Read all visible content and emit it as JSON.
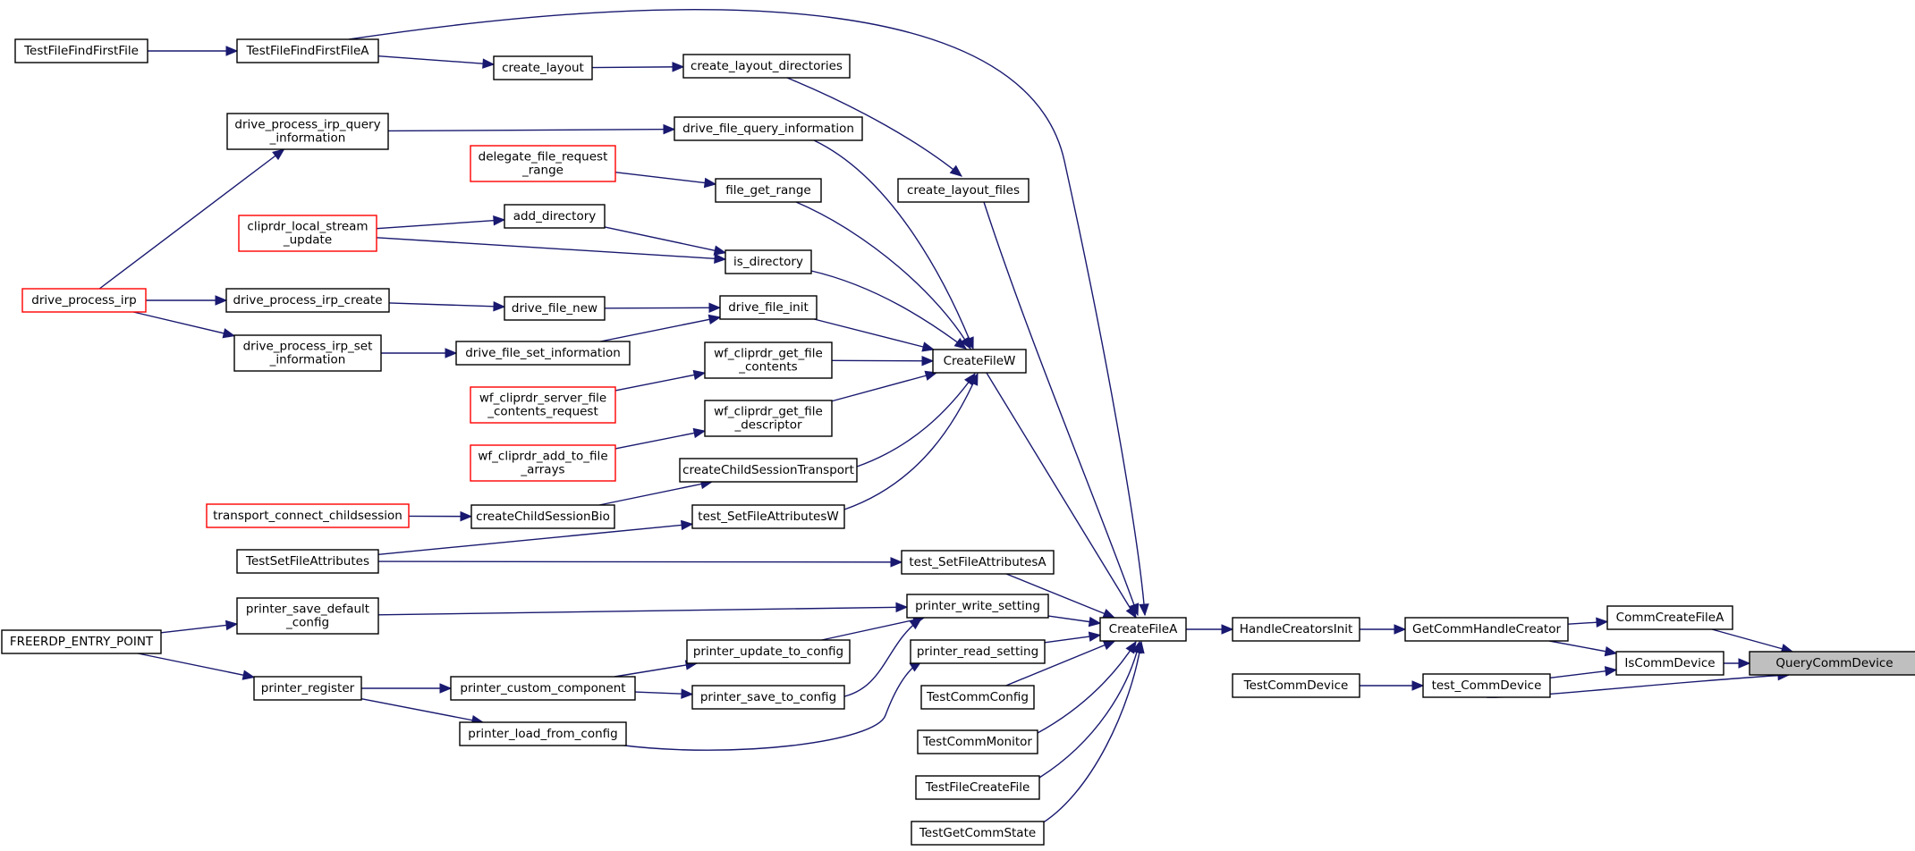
{
  "graph": {
    "type": "caller-graph",
    "colors": {
      "edge": "#191970",
      "node_border": "#000000",
      "truncated_node_border": "#ff0000",
      "target_fill": "#bfbfbf"
    },
    "nodes": [
      {
        "id": "QueryCommDevice",
        "lines": [
          "QueryCommDevice"
        ],
        "target": true
      },
      {
        "id": "CommCreateFileA",
        "lines": [
          "CommCreateFileA"
        ]
      },
      {
        "id": "IsCommDevice",
        "lines": [
          "IsCommDevice"
        ]
      },
      {
        "id": "GetCommHandleCreator",
        "lines": [
          "GetCommHandleCreator"
        ]
      },
      {
        "id": "test_CommDevice",
        "lines": [
          "test_CommDevice"
        ]
      },
      {
        "id": "TestCommDevice",
        "lines": [
          "TestCommDevice"
        ]
      },
      {
        "id": "HandleCreatorsInit",
        "lines": [
          "HandleCreatorsInit"
        ]
      },
      {
        "id": "CreateFileA",
        "lines": [
          "CreateFileA"
        ]
      },
      {
        "id": "CreateFileW",
        "lines": [
          "CreateFileW"
        ]
      },
      {
        "id": "TestFileFindFirstFileA",
        "lines": [
          "TestFileFindFirstFileA"
        ]
      },
      {
        "id": "TestFileFindFirstFile",
        "lines": [
          "TestFileFindFirstFile"
        ]
      },
      {
        "id": "create_layout",
        "lines": [
          "create_layout"
        ]
      },
      {
        "id": "create_layout_directories",
        "lines": [
          "create_layout_directories"
        ]
      },
      {
        "id": "create_layout_files",
        "lines": [
          "create_layout_files"
        ]
      },
      {
        "id": "drive_process_irp_query_information",
        "lines": [
          "drive_process_irp_query",
          "_information"
        ]
      },
      {
        "id": "drive_file_query_information",
        "lines": [
          "drive_file_query_information"
        ]
      },
      {
        "id": "delegate_file_request_range",
        "lines": [
          "delegate_file_request",
          "_range"
        ],
        "truncated": true
      },
      {
        "id": "file_get_range",
        "lines": [
          "file_get_range"
        ]
      },
      {
        "id": "cliprdr_local_stream_update",
        "lines": [
          "cliprdr_local_stream",
          "_update"
        ],
        "truncated": true
      },
      {
        "id": "add_directory",
        "lines": [
          "add_directory"
        ]
      },
      {
        "id": "is_directory",
        "lines": [
          "is_directory"
        ]
      },
      {
        "id": "drive_process_irp",
        "lines": [
          "drive_process_irp"
        ],
        "truncated": true
      },
      {
        "id": "drive_process_irp_create",
        "lines": [
          "drive_process_irp_create"
        ]
      },
      {
        "id": "drive_file_new",
        "lines": [
          "drive_file_new"
        ]
      },
      {
        "id": "drive_file_init",
        "lines": [
          "drive_file_init"
        ]
      },
      {
        "id": "drive_process_irp_set_information",
        "lines": [
          "drive_process_irp_set",
          "_information"
        ]
      },
      {
        "id": "drive_file_set_information",
        "lines": [
          "drive_file_set_information"
        ]
      },
      {
        "id": "wf_cliprdr_get_file_contents",
        "lines": [
          "wf_cliprdr_get_file",
          "_contents"
        ]
      },
      {
        "id": "wf_cliprdr_server_file_contents_request",
        "lines": [
          "wf_cliprdr_server_file",
          "_contents_request"
        ],
        "truncated": true
      },
      {
        "id": "wf_cliprdr_get_file_descriptor",
        "lines": [
          "wf_cliprdr_get_file",
          "_descriptor"
        ]
      },
      {
        "id": "wf_cliprdr_add_to_file_arrays",
        "lines": [
          "wf_cliprdr_add_to_file",
          "_arrays"
        ],
        "truncated": true
      },
      {
        "id": "createChildSessionTransport",
        "lines": [
          "createChildSessionTransport"
        ]
      },
      {
        "id": "transport_connect_childsession",
        "lines": [
          "transport_connect_childsession"
        ],
        "truncated": true
      },
      {
        "id": "createChildSessionBio",
        "lines": [
          "createChildSessionBio"
        ]
      },
      {
        "id": "test_SetFileAttributesW",
        "lines": [
          "test_SetFileAttributesW"
        ]
      },
      {
        "id": "TestSetFileAttributes",
        "lines": [
          "TestSetFileAttributes"
        ]
      },
      {
        "id": "test_SetFileAttributesA",
        "lines": [
          "test_SetFileAttributesA"
        ]
      },
      {
        "id": "FREERDP_ENTRY_POINT",
        "lines": [
          "FREERDP_ENTRY_POINT"
        ]
      },
      {
        "id": "printer_save_default_config",
        "lines": [
          "printer_save_default",
          "_config"
        ]
      },
      {
        "id": "printer_write_setting",
        "lines": [
          "printer_write_setting"
        ]
      },
      {
        "id": "printer_update_to_config",
        "lines": [
          "printer_update_to_config"
        ]
      },
      {
        "id": "printer_read_setting",
        "lines": [
          "printer_read_setting"
        ]
      },
      {
        "id": "printer_register",
        "lines": [
          "printer_register"
        ]
      },
      {
        "id": "printer_custom_component",
        "lines": [
          "printer_custom_component"
        ]
      },
      {
        "id": "printer_save_to_config",
        "lines": [
          "printer_save_to_config"
        ]
      },
      {
        "id": "printer_load_from_config",
        "lines": [
          "printer_load_from_config"
        ]
      },
      {
        "id": "TestCommConfig",
        "lines": [
          "TestCommConfig"
        ]
      },
      {
        "id": "TestCommMonitor",
        "lines": [
          "TestCommMonitor"
        ]
      },
      {
        "id": "TestFileCreateFile",
        "lines": [
          "TestFileCreateFile"
        ]
      },
      {
        "id": "TestGetCommState",
        "lines": [
          "TestGetCommState"
        ]
      }
    ],
    "edges": [
      {
        "from": "CommCreateFileA",
        "to": "QueryCommDevice"
      },
      {
        "from": "IsCommDevice",
        "to": "QueryCommDevice"
      },
      {
        "from": "test_CommDevice",
        "to": "QueryCommDevice"
      },
      {
        "from": "GetCommHandleCreator",
        "to": "CommCreateFileA"
      },
      {
        "from": "GetCommHandleCreator",
        "to": "IsCommDevice"
      },
      {
        "from": "test_CommDevice",
        "to": "IsCommDevice"
      },
      {
        "from": "TestCommDevice",
        "to": "test_CommDevice"
      },
      {
        "from": "HandleCreatorsInit",
        "to": "GetCommHandleCreator"
      },
      {
        "from": "CreateFileA",
        "to": "HandleCreatorsInit"
      },
      {
        "from": "CreateFileW",
        "to": "CreateFileA"
      },
      {
        "from": "TestFileFindFirstFileA",
        "to": "CreateFileA"
      },
      {
        "from": "create_layout_files",
        "to": "CreateFileA"
      },
      {
        "from": "test_SetFileAttributesA",
        "to": "CreateFileA"
      },
      {
        "from": "printer_write_setting",
        "to": "CreateFileA"
      },
      {
        "from": "printer_read_setting",
        "to": "CreateFileA"
      },
      {
        "from": "TestCommConfig",
        "to": "CreateFileA"
      },
      {
        "from": "TestCommMonitor",
        "to": "CreateFileA"
      },
      {
        "from": "TestFileCreateFile",
        "to": "CreateFileA"
      },
      {
        "from": "TestGetCommState",
        "to": "CreateFileA"
      },
      {
        "from": "drive_file_query_information",
        "to": "CreateFileW"
      },
      {
        "from": "file_get_range",
        "to": "CreateFileW"
      },
      {
        "from": "is_directory",
        "to": "CreateFileW"
      },
      {
        "from": "drive_file_init",
        "to": "CreateFileW"
      },
      {
        "from": "wf_cliprdr_get_file_contents",
        "to": "CreateFileW"
      },
      {
        "from": "wf_cliprdr_get_file_descriptor",
        "to": "CreateFileW"
      },
      {
        "from": "createChildSessionTransport",
        "to": "CreateFileW"
      },
      {
        "from": "test_SetFileAttributesW",
        "to": "CreateFileW"
      },
      {
        "from": "TestFileFindFirstFile",
        "to": "TestFileFindFirstFileA"
      },
      {
        "from": "TestFileFindFirstFileA",
        "to": "create_layout"
      },
      {
        "from": "create_layout",
        "to": "create_layout_directories"
      },
      {
        "from": "create_layout_directories",
        "to": "create_layout_files"
      },
      {
        "from": "drive_process_irp",
        "to": "drive_process_irp_query_information"
      },
      {
        "from": "drive_process_irp_query_information",
        "to": "drive_file_query_information"
      },
      {
        "from": "delegate_file_request_range",
        "to": "file_get_range"
      },
      {
        "from": "cliprdr_local_stream_update",
        "to": "add_directory"
      },
      {
        "from": "add_directory",
        "to": "is_directory"
      },
      {
        "from": "cliprdr_local_stream_update",
        "to": "is_directory"
      },
      {
        "from": "drive_process_irp",
        "to": "drive_process_irp_create"
      },
      {
        "from": "drive_process_irp_create",
        "to": "drive_file_new"
      },
      {
        "from": "drive_file_new",
        "to": "drive_file_init"
      },
      {
        "from": "drive_file_set_information",
        "to": "drive_file_init"
      },
      {
        "from": "drive_process_irp",
        "to": "drive_process_irp_set_information"
      },
      {
        "from": "drive_process_irp_set_information",
        "to": "drive_file_set_information"
      },
      {
        "from": "wf_cliprdr_server_file_contents_request",
        "to": "wf_cliprdr_get_file_contents"
      },
      {
        "from": "wf_cliprdr_add_to_file_arrays",
        "to": "wf_cliprdr_get_file_descriptor"
      },
      {
        "from": "createChildSessionBio",
        "to": "createChildSessionTransport"
      },
      {
        "from": "transport_connect_childsession",
        "to": "createChildSessionBio"
      },
      {
        "from": "TestSetFileAttributes",
        "to": "test_SetFileAttributesW"
      },
      {
        "from": "TestSetFileAttributes",
        "to": "test_SetFileAttributesA"
      },
      {
        "from": "FREERDP_ENTRY_POINT",
        "to": "printer_save_default_config"
      },
      {
        "from": "printer_save_default_config",
        "to": "printer_write_setting"
      },
      {
        "from": "printer_update_to_config",
        "to": "printer_write_setting"
      },
      {
        "from": "printer_save_to_config",
        "to": "printer_write_setting"
      },
      {
        "from": "printer_custom_component",
        "to": "printer_update_to_config"
      },
      {
        "from": "printer_load_from_config",
        "to": "printer_read_setting"
      },
      {
        "from": "FREERDP_ENTRY_POINT",
        "to": "printer_register"
      },
      {
        "from": "printer_register",
        "to": "printer_custom_component"
      },
      {
        "from": "printer_custom_component",
        "to": "printer_save_to_config"
      },
      {
        "from": "printer_register",
        "to": "printer_load_from_config"
      }
    ]
  }
}
